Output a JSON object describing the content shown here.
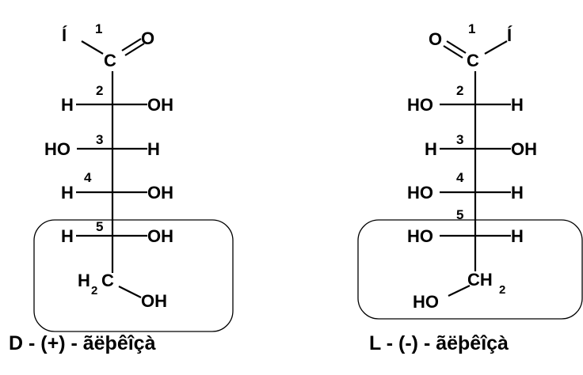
{
  "left": {
    "top_atom": "Í",
    "carbonyl_o": "O",
    "carbonyl_c": "C",
    "carbon_numbers": [
      "1",
      "2",
      "3",
      "4",
      "5"
    ],
    "rows": [
      {
        "left": "H",
        "right": "OH"
      },
      {
        "left": "HO",
        "right": "H"
      },
      {
        "left": "H",
        "right": "OH"
      },
      {
        "left": "H",
        "right": "OH"
      }
    ],
    "ch2_h": "H",
    "ch2_sub": "2",
    "ch2_c": "C",
    "ch2_oh": "OH",
    "caption": "D - (+) - ãëþêîçà"
  },
  "right": {
    "top_atom": "Í",
    "carbonyl_o": "O",
    "carbonyl_c": "C",
    "carbon_numbers": [
      "1",
      "2",
      "3",
      "4",
      "5"
    ],
    "rows": [
      {
        "left": "HO",
        "right": "H"
      },
      {
        "left": "H",
        "right": "OH"
      },
      {
        "left": "HO",
        "right": "H"
      },
      {
        "left": "HO",
        "right": "H"
      }
    ],
    "ch2_ch": "CH",
    "ch2_sub": "2",
    "ch2_ho": "HO",
    "caption": "L - (-) - ãëþêîçà"
  }
}
